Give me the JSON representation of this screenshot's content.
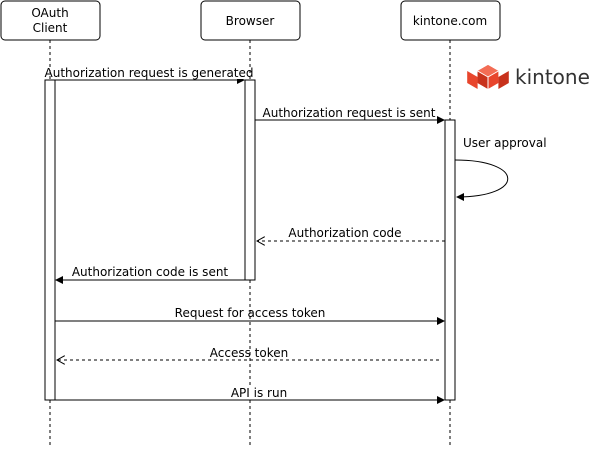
{
  "participants": [
    {
      "id": "client",
      "lines": [
        "OAuth",
        "Client"
      ]
    },
    {
      "id": "browser",
      "lines": [
        "Browser"
      ]
    },
    {
      "id": "kintone",
      "lines": [
        "kintone.com"
      ]
    }
  ],
  "logo": {
    "text": "kintone",
    "color": "#e8452c"
  },
  "messages": [
    {
      "text": "Authorization request is generated",
      "from": "client",
      "to": "browser",
      "style": "solid"
    },
    {
      "text": "Authorization request is sent",
      "from": "browser",
      "to": "kintone",
      "style": "solid"
    },
    {
      "text": "User approval",
      "from": "kintone",
      "to": "kintone",
      "style": "solid"
    },
    {
      "text": "Authorization code",
      "from": "kintone",
      "to": "browser",
      "style": "dashed"
    },
    {
      "text": "Authorization code is sent",
      "from": "browser",
      "to": "client",
      "style": "solid"
    },
    {
      "text": "Request for access token",
      "from": "client",
      "to": "kintone",
      "style": "solid"
    },
    {
      "text": "Access token",
      "from": "kintone",
      "to": "client",
      "style": "dashed"
    },
    {
      "text": "API is run",
      "from": "client",
      "to": "kintone",
      "style": "solid"
    }
  ]
}
